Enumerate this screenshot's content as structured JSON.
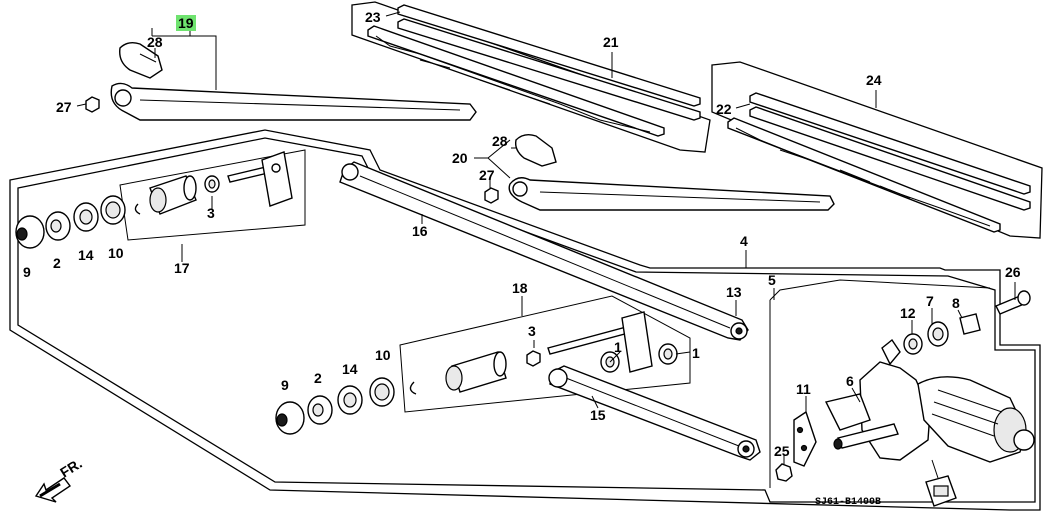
{
  "diagram": {
    "code": "SJ61-B1400B",
    "direction_label": "FR.",
    "highlight_color": "#6fe36f",
    "callouts": {
      "p19": "19",
      "p28a": "28",
      "p27a": "27",
      "p23": "23",
      "p21": "21",
      "p28b": "28",
      "p20": "20",
      "p27b": "27",
      "p24": "24",
      "p22": "22",
      "p3a": "3",
      "p9a": "9",
      "p2a": "2",
      "p14a": "14",
      "p10a": "10",
      "p17": "17",
      "p16": "16",
      "p4": "4",
      "p26": "26",
      "p5": "5",
      "p13": "13",
      "p18": "18",
      "p3b": "3",
      "p1a": "1",
      "p1b": "1",
      "p12": "12",
      "p7": "7",
      "p8": "8",
      "p6": "6",
      "p11": "11",
      "p25": "25",
      "p9b": "9",
      "p2b": "2",
      "p14b": "14",
      "p10b": "10",
      "p15": "15"
    }
  }
}
